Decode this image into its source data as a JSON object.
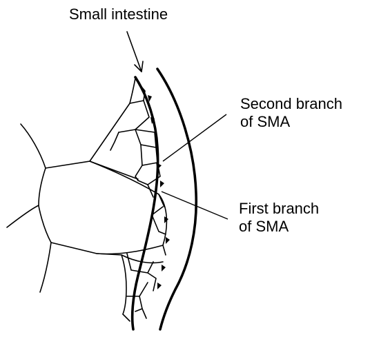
{
  "labels": {
    "small_intestine": "Small intestine",
    "second_branch_line1": "Second branch",
    "second_branch_line2": "of SMA",
    "first_branch_line1": "First branch",
    "first_branch_line2": "of SMA"
  },
  "colors": {
    "ink": "#000000",
    "background": "#ffffff"
  }
}
